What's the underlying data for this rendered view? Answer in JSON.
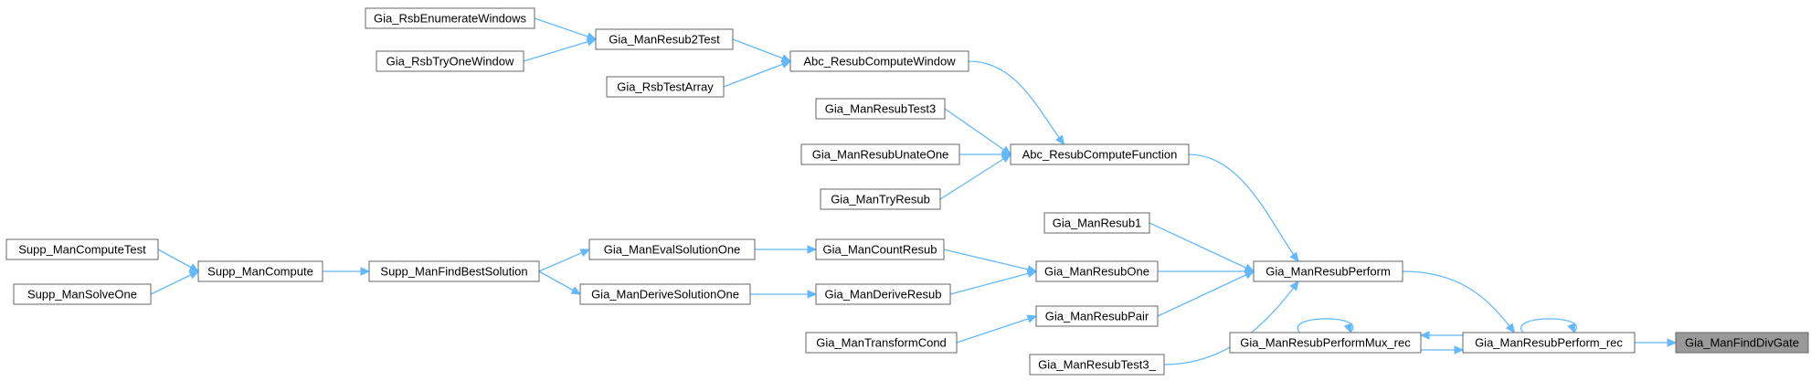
{
  "graph": {
    "title": "",
    "colors": {
      "edge": "#63b8ff",
      "node_fill": "#ffffff",
      "node_border": "#666666",
      "root_fill": "#999999"
    },
    "nodes": [
      {
        "id": "enumerate",
        "label": "Gia_RsbEnumerateWindows"
      },
      {
        "id": "tryone",
        "label": "Gia_RsbTryOneWindow"
      },
      {
        "id": "resub2test",
        "label": "Gia_ManResub2Test"
      },
      {
        "id": "testarray",
        "label": "Gia_RsbTestArray"
      },
      {
        "id": "computewindow",
        "label": "Abc_ResubComputeWindow"
      },
      {
        "id": "resubtest3",
        "label": "Gia_ManResubTest3"
      },
      {
        "id": "unateone",
        "label": "Gia_ManResubUnateOne"
      },
      {
        "id": "tryresub",
        "label": "Gia_ManTryResub"
      },
      {
        "id": "computefunction",
        "label": "Abc_ResubComputeFunction"
      },
      {
        "id": "computetest",
        "label": "Supp_ManComputeTest"
      },
      {
        "id": "solveone",
        "label": "Supp_ManSolveOne"
      },
      {
        "id": "compute",
        "label": "Supp_ManCompute"
      },
      {
        "id": "findbest",
        "label": "Supp_ManFindBestSolution"
      },
      {
        "id": "evalsol",
        "label": "Gia_ManEvalSolutionOne"
      },
      {
        "id": "derivesol",
        "label": "Gia_ManDeriveSolutionOne"
      },
      {
        "id": "countresub",
        "label": "Gia_ManCountResub"
      },
      {
        "id": "deriveresub",
        "label": "Gia_ManDeriveResub"
      },
      {
        "id": "transformcond",
        "label": "Gia_ManTransformCond"
      },
      {
        "id": "resub1",
        "label": "Gia_ManResub1"
      },
      {
        "id": "resubone",
        "label": "Gia_ManResubOne"
      },
      {
        "id": "resubpair",
        "label": "Gia_ManResubPair"
      },
      {
        "id": "resubtest3u",
        "label": "Gia_ManResubTest3_"
      },
      {
        "id": "perform",
        "label": "Gia_ManResubPerform"
      },
      {
        "id": "muxrec",
        "label": "Gia_ManResubPerformMux_rec"
      },
      {
        "id": "performrec",
        "label": "Gia_ManResubPerform_rec"
      },
      {
        "id": "finddiv",
        "label": "Gia_ManFindDivGate",
        "root": true
      }
    ],
    "edges": [
      {
        "from": "enumerate",
        "to": "resub2test"
      },
      {
        "from": "tryone",
        "to": "resub2test"
      },
      {
        "from": "resub2test",
        "to": "computewindow"
      },
      {
        "from": "testarray",
        "to": "computewindow"
      },
      {
        "from": "computewindow",
        "to": "computefunction"
      },
      {
        "from": "resubtest3",
        "to": "computefunction"
      },
      {
        "from": "unateone",
        "to": "computefunction"
      },
      {
        "from": "tryresub",
        "to": "computefunction"
      },
      {
        "from": "computefunction",
        "to": "perform"
      },
      {
        "from": "computetest",
        "to": "compute"
      },
      {
        "from": "solveone",
        "to": "compute"
      },
      {
        "from": "compute",
        "to": "findbest"
      },
      {
        "from": "findbest",
        "to": "evalsol"
      },
      {
        "from": "findbest",
        "to": "derivesol"
      },
      {
        "from": "evalsol",
        "to": "countresub"
      },
      {
        "from": "derivesol",
        "to": "deriveresub"
      },
      {
        "from": "countresub",
        "to": "resubone"
      },
      {
        "from": "deriveresub",
        "to": "resubone"
      },
      {
        "from": "transformcond",
        "to": "resubpair"
      },
      {
        "from": "resub1",
        "to": "perform"
      },
      {
        "from": "resubone",
        "to": "perform"
      },
      {
        "from": "resubpair",
        "to": "perform"
      },
      {
        "from": "resubtest3u",
        "to": "perform"
      },
      {
        "from": "perform",
        "to": "performrec"
      },
      {
        "from": "muxrec",
        "to": "performrec"
      },
      {
        "from": "performrec",
        "to": "muxrec"
      },
      {
        "from": "muxrec",
        "to": "muxrec"
      },
      {
        "from": "performrec",
        "to": "performrec"
      },
      {
        "from": "performrec",
        "to": "finddiv"
      }
    ]
  }
}
